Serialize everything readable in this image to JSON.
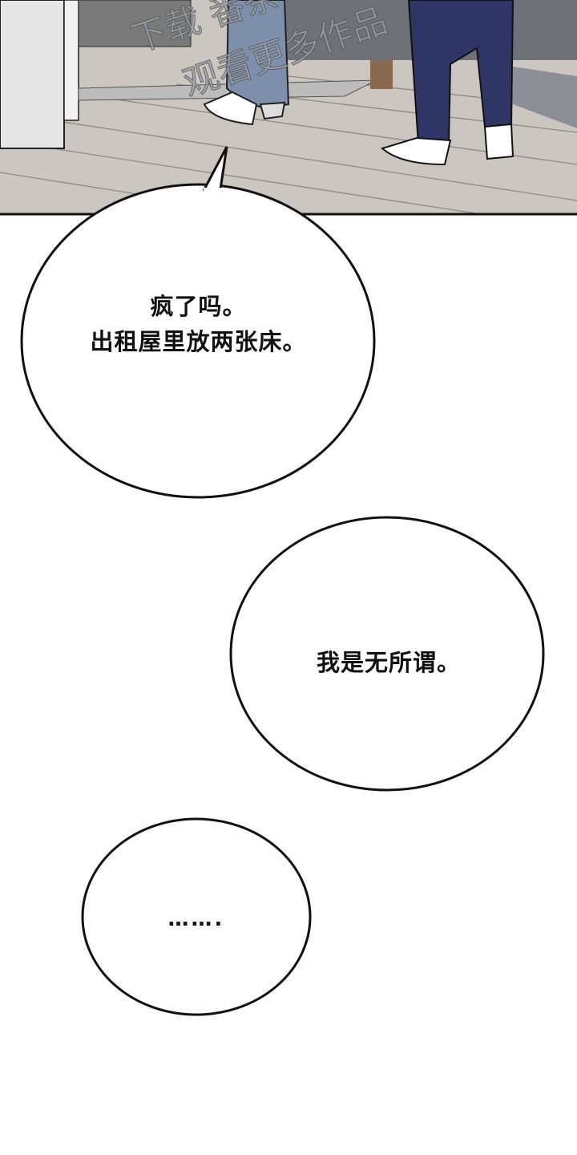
{
  "panel": {
    "watermark": "下载○番茶 观看更多作品",
    "colors": {
      "floor": "#c9c4bd",
      "pants_light": "#7d8fab",
      "pants_dark": "#2f3666",
      "couch": "#6e7175"
    }
  },
  "bubbles": [
    {
      "lines": [
        "疯了吗。",
        "出租屋里放两张床。"
      ]
    },
    {
      "lines": [
        "我是无所谓。"
      ]
    },
    {
      "lines": [
        "……."
      ]
    }
  ]
}
